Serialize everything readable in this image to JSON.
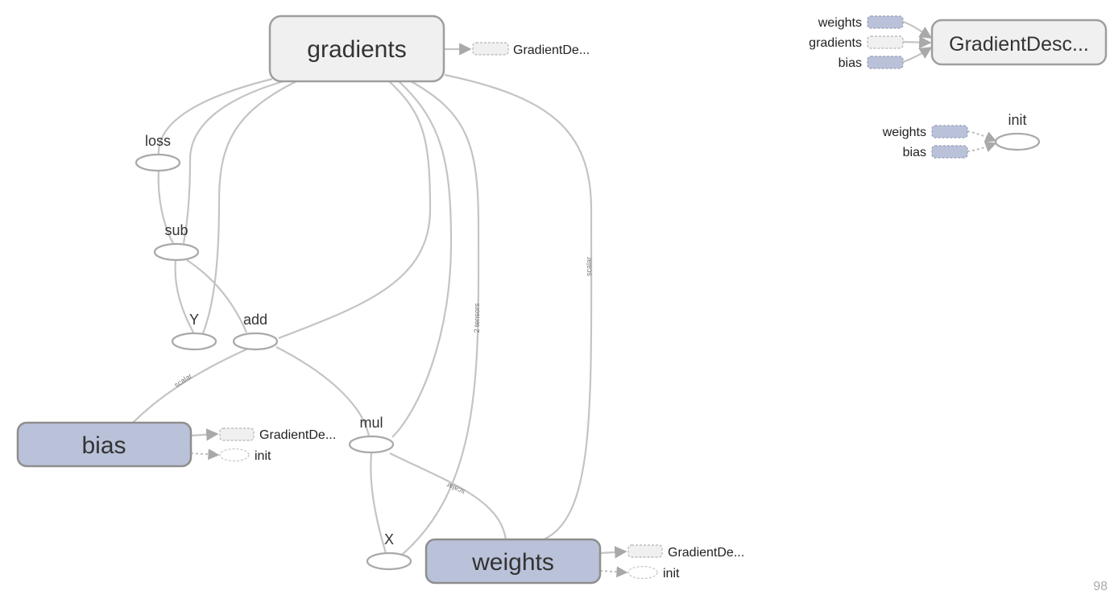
{
  "main_graph": {
    "nodes": {
      "gradients": "gradients",
      "bias": "bias",
      "weights": "weights",
      "loss": "loss",
      "sub": "sub",
      "y": "Y",
      "add": "add",
      "mul": "mul",
      "x": "X"
    },
    "edge_labels": {
      "bias_to_add": "scalar",
      "weights_to_mul": "scalar",
      "gradients_to_weights": "scalar",
      "gradients_two_tensors": "2 tensors"
    },
    "stubs": {
      "gradients_out": "GradientDe...",
      "bias_out": "GradientDe...",
      "bias_init": "init",
      "weights_out": "GradientDe...",
      "weights_init": "init"
    }
  },
  "aux_graph": {
    "gradient_descent": {
      "node": "GradientDesc...",
      "inputs": [
        "weights",
        "gradients",
        "bias"
      ]
    },
    "init": {
      "node": "init",
      "inputs": [
        "weights",
        "bias"
      ]
    }
  },
  "page_number": "98"
}
